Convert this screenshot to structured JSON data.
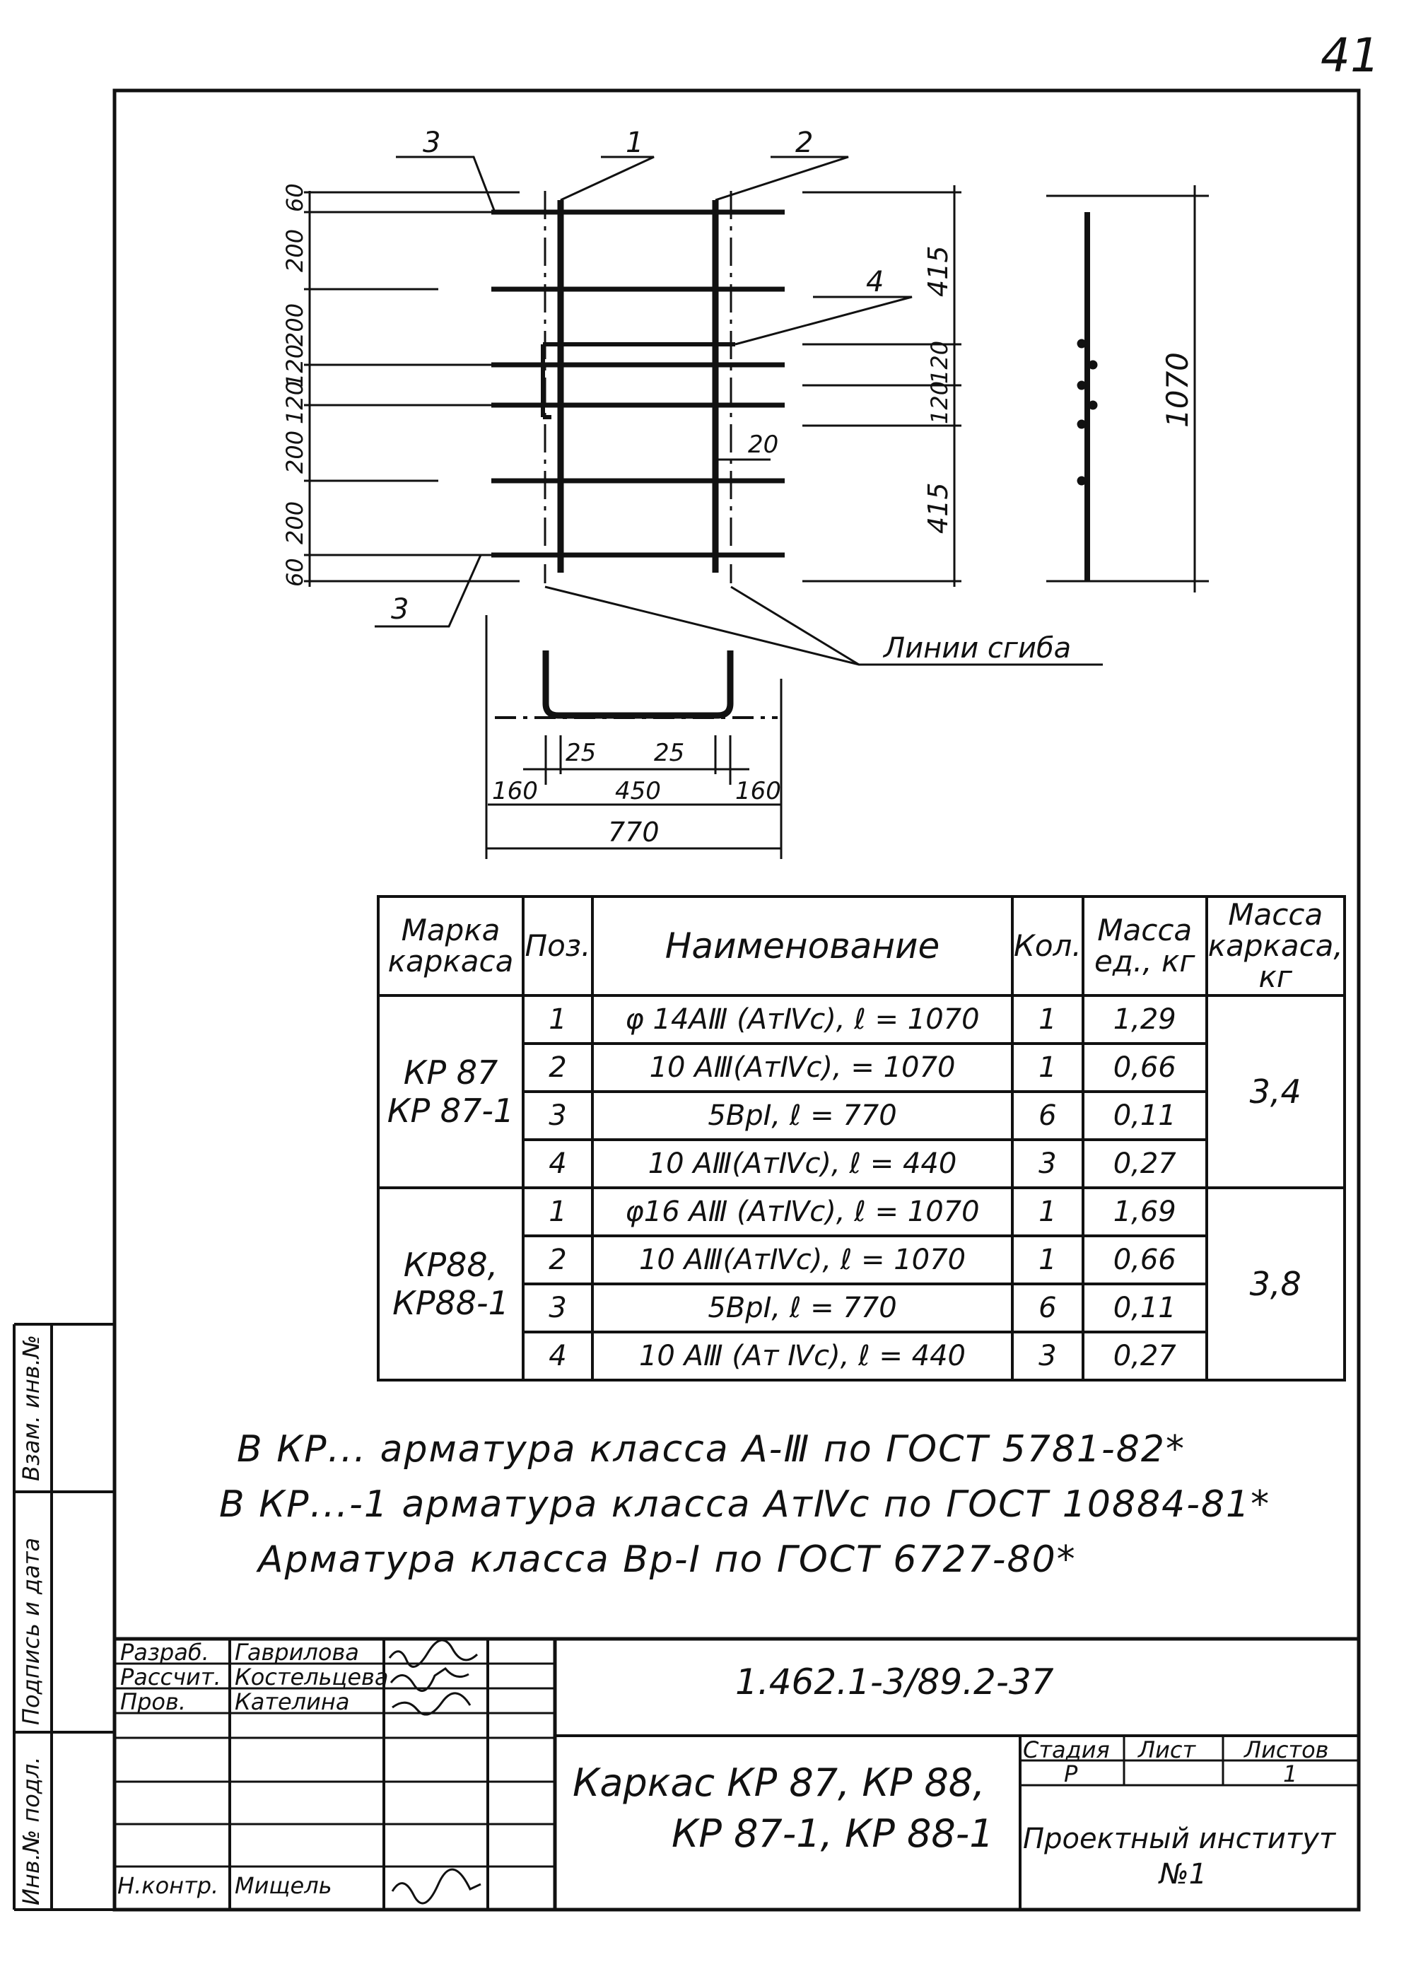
{
  "page_number": "41",
  "drawing": {
    "position_labels": {
      "p1": "1",
      "p2": "2",
      "p3_top": "3",
      "p3_bottom": "3",
      "p4": "4"
    },
    "left_dims": [
      "60",
      "200",
      "200",
      "120",
      "120",
      "200",
      "200",
      "60"
    ],
    "right_dims": {
      "top": "415",
      "mid1": "120",
      "mid2": "120",
      "bottom": "415",
      "small": "20"
    },
    "side_view_dim": "1070",
    "bend_lines_label": "Линии сгиба",
    "bend_dims": {
      "left_25": "25",
      "right_25": "25",
      "left_160": "160",
      "middle_450": "450",
      "right_160": "160",
      "total_770": "770"
    }
  },
  "spec_table": {
    "headers": [
      "Марка каркаса",
      "Поз.",
      "Наименование",
      "Кол.",
      "Масса ед., кг",
      "Масса каркаса, кг"
    ],
    "groups": [
      {
        "mark_line1": "КР 87",
        "mark_line2": "КР 87-1",
        "total_mass": "3,4",
        "rows": [
          {
            "pos": "1",
            "name": "φ 14АⅢ (АтⅣс), ℓ = 1070",
            "qty": "1",
            "mass": "1,29"
          },
          {
            "pos": "2",
            "name": "10 АⅢ(АтⅣс), = 1070",
            "qty": "1",
            "mass": "0,66"
          },
          {
            "pos": "3",
            "name": "5ВрⅠ, ℓ = 770",
            "qty": "6",
            "mass": "0,11"
          },
          {
            "pos": "4",
            "name": "10 АⅢ(АтⅣс), ℓ = 440",
            "qty": "3",
            "mass": "0,27"
          }
        ]
      },
      {
        "mark_line1": "КР88,",
        "mark_line2": "КР88-1",
        "total_mass": "3,8",
        "rows": [
          {
            "pos": "1",
            "name": "φ16 АⅢ (АтⅣс), ℓ = 1070",
            "qty": "1",
            "mass": "1,69"
          },
          {
            "pos": "2",
            "name": "10 АⅢ(АтⅣс), ℓ = 1070",
            "qty": "1",
            "mass": "0,66"
          },
          {
            "pos": "3",
            "name": "5ВрⅠ, ℓ = 770",
            "qty": "6",
            "mass": "0,11"
          },
          {
            "pos": "4",
            "name": "10 АⅢ (Ат Ⅳс), ℓ = 440",
            "qty": "3",
            "mass": "0,27"
          }
        ]
      }
    ]
  },
  "notes": [
    "В КР... арматура класса А-Ⅲ по ГОСТ 5781-82*",
    "В КР...-1 арматура класса АтⅣс по ГОСТ 10884-81*",
    "Арматура класса Вр-Ⅰ по ГОСТ 6727-80*"
  ],
  "title_block": {
    "roles": [
      "Разраб.",
      "Рассчит.",
      "Пров.",
      "Н.контр."
    ],
    "names": [
      "Гаврилова",
      "Костельцева",
      "Кателина",
      "Мищель"
    ],
    "doc_code": "1.462.1-3/89.2-37",
    "title_line1": "Каркас КР 87, КР 88,",
    "title_line2": "КР 87-1, КР 88-1",
    "stage_header": "Стадия",
    "sheet_header": "Лист",
    "sheets_header": "Листов",
    "stage": "Р",
    "sheet": "",
    "sheets": "1",
    "org_line1": "Проектный институт",
    "org_line2": "№1"
  },
  "side_stamp": [
    "Взам. инв.№",
    "Подпись и дата",
    "Инв.№ подл."
  ]
}
